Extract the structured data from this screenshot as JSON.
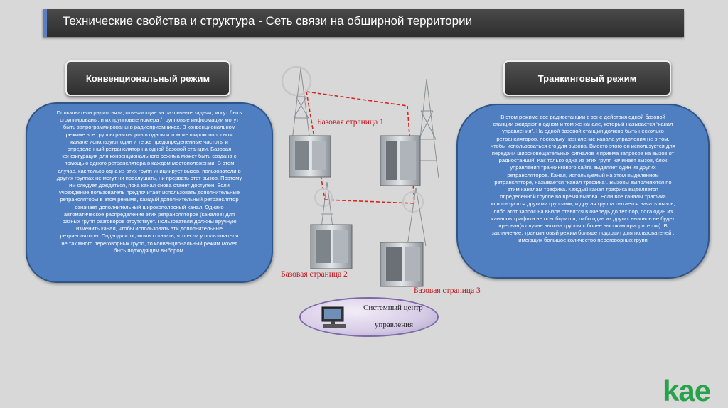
{
  "header": {
    "title": "Технические свойства и структура - Сеть связи на обширной территории"
  },
  "conventional": {
    "label": "Конвенциональный режим",
    "lines": [
      "Пользователи радиосвязи, отвечающие за различные задачи, могут быть",
      "сгруппированы, и их групповые номера / групповые информации могут",
      "быть запрограммированы в радиоприемниках. В конвенциональном",
      "режиме все группы разговоров в одном и том же широкополосном",
      "канале используют один и те же предопределенные частоты и",
      "определенный ретранслятор на одной базовой станции. Базовая",
      "конфигурация для конвенционального  режима может быть создана с",
      "помощью одного ретранслятора в каждом местоположении. В этом",
      "случае, как только одна из этих групп инициирует вызов, пользователи в",
      "других группах не могут ни прослушать, ни прервать этот вызов. Поэтому",
      "им следует дождаться, пока канал снова станет доступен. Если",
      "учреждение пользователь  предпочитает использовать дополнительные",
      "ретрансляторы в этом режиме, каждый дополнительный ретранслятор",
      "означает дополнительный широкополосный канал. Однако",
      "автоматическое распределение этих ретрансляторов (каналов) для",
      "разных групп разговоров отсутствует. Пользователи должны вручную",
      "изменить канал, чтобы использовать эти дополнительные",
      "ретрансляторы. Подводя итог, можно сказать, что если у пользователя",
      "не так много переговорных  групп, то конвенциональный режим может",
      "быть подходящим выбором."
    ]
  },
  "trunking": {
    "label": "Транкинговый режим",
    "lines": [
      "В этом режиме все радиостанции в зоне действия одной базовой",
      "станции ожидают в одном и том же канале, который называется “канал",
      "управления”. На одной базовой станции должно быть несколько",
      "ретрансляторов, поскольку назначение канала управления не в том,",
      "чтобы использоваться его для вызова. Вместо этого он используется для",
      "передачи широковещательных сигналов и приема запросов на вызов от",
      "радиостанций. Как только одна из этих групп начинает вызов, блок",
      "управления транкингового  сайта выделяет один из других",
      "ретрансляторов. Канал, используемый на этом выделенном",
      "ретрансляторе, называется “канал трафика”. Вызовы выполняются по",
      "этим каналам трафика. Каждый канал трафика выделяется",
      "определенной группе во время вызова. Если все каналы трафика",
      "используются другими группами, и другая группа пытается начать вызов,",
      "либо этот запрос на вызов ставится в очередь до тех пор, пока один из",
      "каналов трафика не освободится, либо один из других вызовов не будет",
      "прерван(в случае вызова группы с более высоким приоритетом). В",
      "заключение, транкинговый режим больше подходит для пользователей ,",
      "имеющих большое количество переговорных групп"
    ]
  },
  "diagram": {
    "station1": "Базовая страница 1",
    "station2": "Базовая страница 2",
    "station3": "Базовая страница 3",
    "nms_line1": "Системный центр",
    "nms_line2": "управления",
    "link_color": "#d8261e"
  },
  "logo": {
    "text": "kae",
    "color": "#27a24a"
  }
}
